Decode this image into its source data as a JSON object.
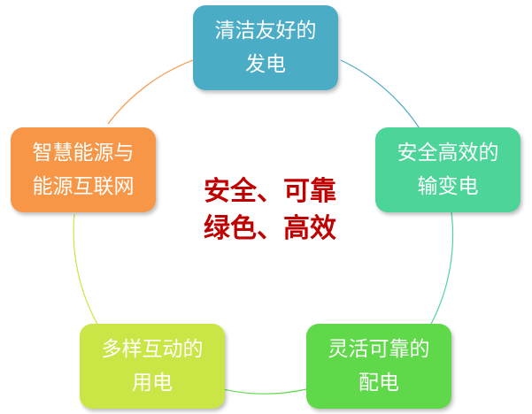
{
  "center": {
    "line1": "安全、可靠",
    "line2": "绿色、高效"
  },
  "nodes": [
    {
      "label": "清洁友好的\n发电",
      "color": "#4bacc6"
    },
    {
      "label": "安全高效的\n输变电",
      "color": "#4cd499"
    },
    {
      "label": "灵活可靠的\n配电",
      "color": "#5fd94a"
    },
    {
      "label": "多样互动的\n用电",
      "color": "#c9e646"
    },
    {
      "label": "智慧能源与\n能源互联网",
      "color": "#f79646"
    }
  ],
  "ring_colors": [
    "#4bacc6",
    "#4cd499",
    "#5fd94a",
    "#c9e646",
    "#f79646"
  ]
}
